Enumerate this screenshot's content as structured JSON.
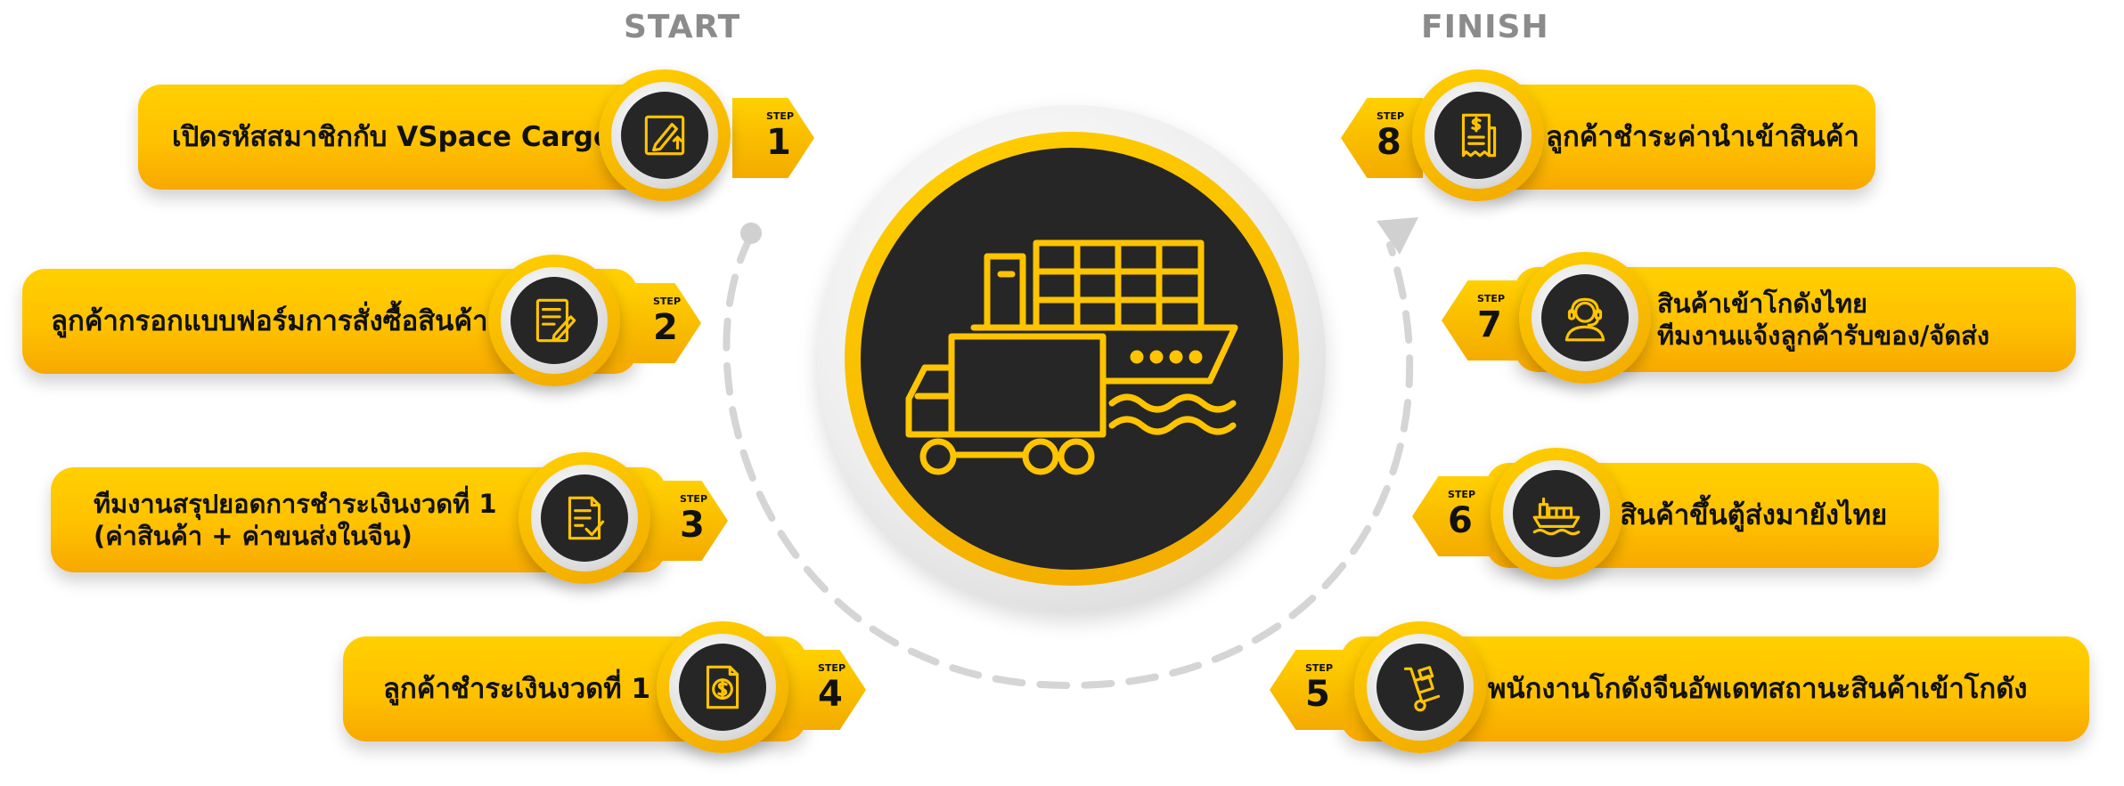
{
  "headings": {
    "start": "START",
    "finish": "FINISH"
  },
  "step_label": "STEP",
  "center": {
    "icon": "truck-and-cargo-ship-icon"
  },
  "colors": {
    "primary": "#FFC400",
    "dark": "#262626",
    "heading": "#8B8B8B",
    "arc": "#D5D5D5"
  },
  "steps": [
    {
      "num": "1",
      "text": [
        "เปิดรหัสสมาชิกกับ VSpace Cargo"
      ],
      "icon": "edit-document-icon"
    },
    {
      "num": "2",
      "text": [
        "ลูกค้ากรอกแบบฟอร์มการสั่งซื้อสินค้า"
      ],
      "icon": "order-form-icon"
    },
    {
      "num": "3",
      "text": [
        "ทีมงานสรุปยอดการชำระเงินงวดที่ 1",
        "(ค่าสินค้า + ค่าขนส่งในจีน)"
      ],
      "icon": "checklist-document-icon"
    },
    {
      "num": "4",
      "text": [
        "ลูกค้าชำระเงินงวดที่ 1"
      ],
      "icon": "dollar-document-icon"
    },
    {
      "num": "5",
      "text": [
        "พนักงานโกดังจีนอัพเดทสถานะสินค้าเข้าโกดัง"
      ],
      "icon": "hand-truck-icon"
    },
    {
      "num": "6",
      "text": [
        "สินค้าขึ้นตู้ส่งมายังไทย"
      ],
      "icon": "cargo-ship-icon"
    },
    {
      "num": "7",
      "text": [
        "สินค้าเข้าโกดังไทย",
        "ทีมงานแจ้งลูกค้ารับของ/จัดส่ง"
      ],
      "icon": "support-agent-icon"
    },
    {
      "num": "8",
      "text": [
        "ลูกค้าชำระค่านำเข้าสินค้า"
      ],
      "icon": "receipt-icon"
    }
  ]
}
